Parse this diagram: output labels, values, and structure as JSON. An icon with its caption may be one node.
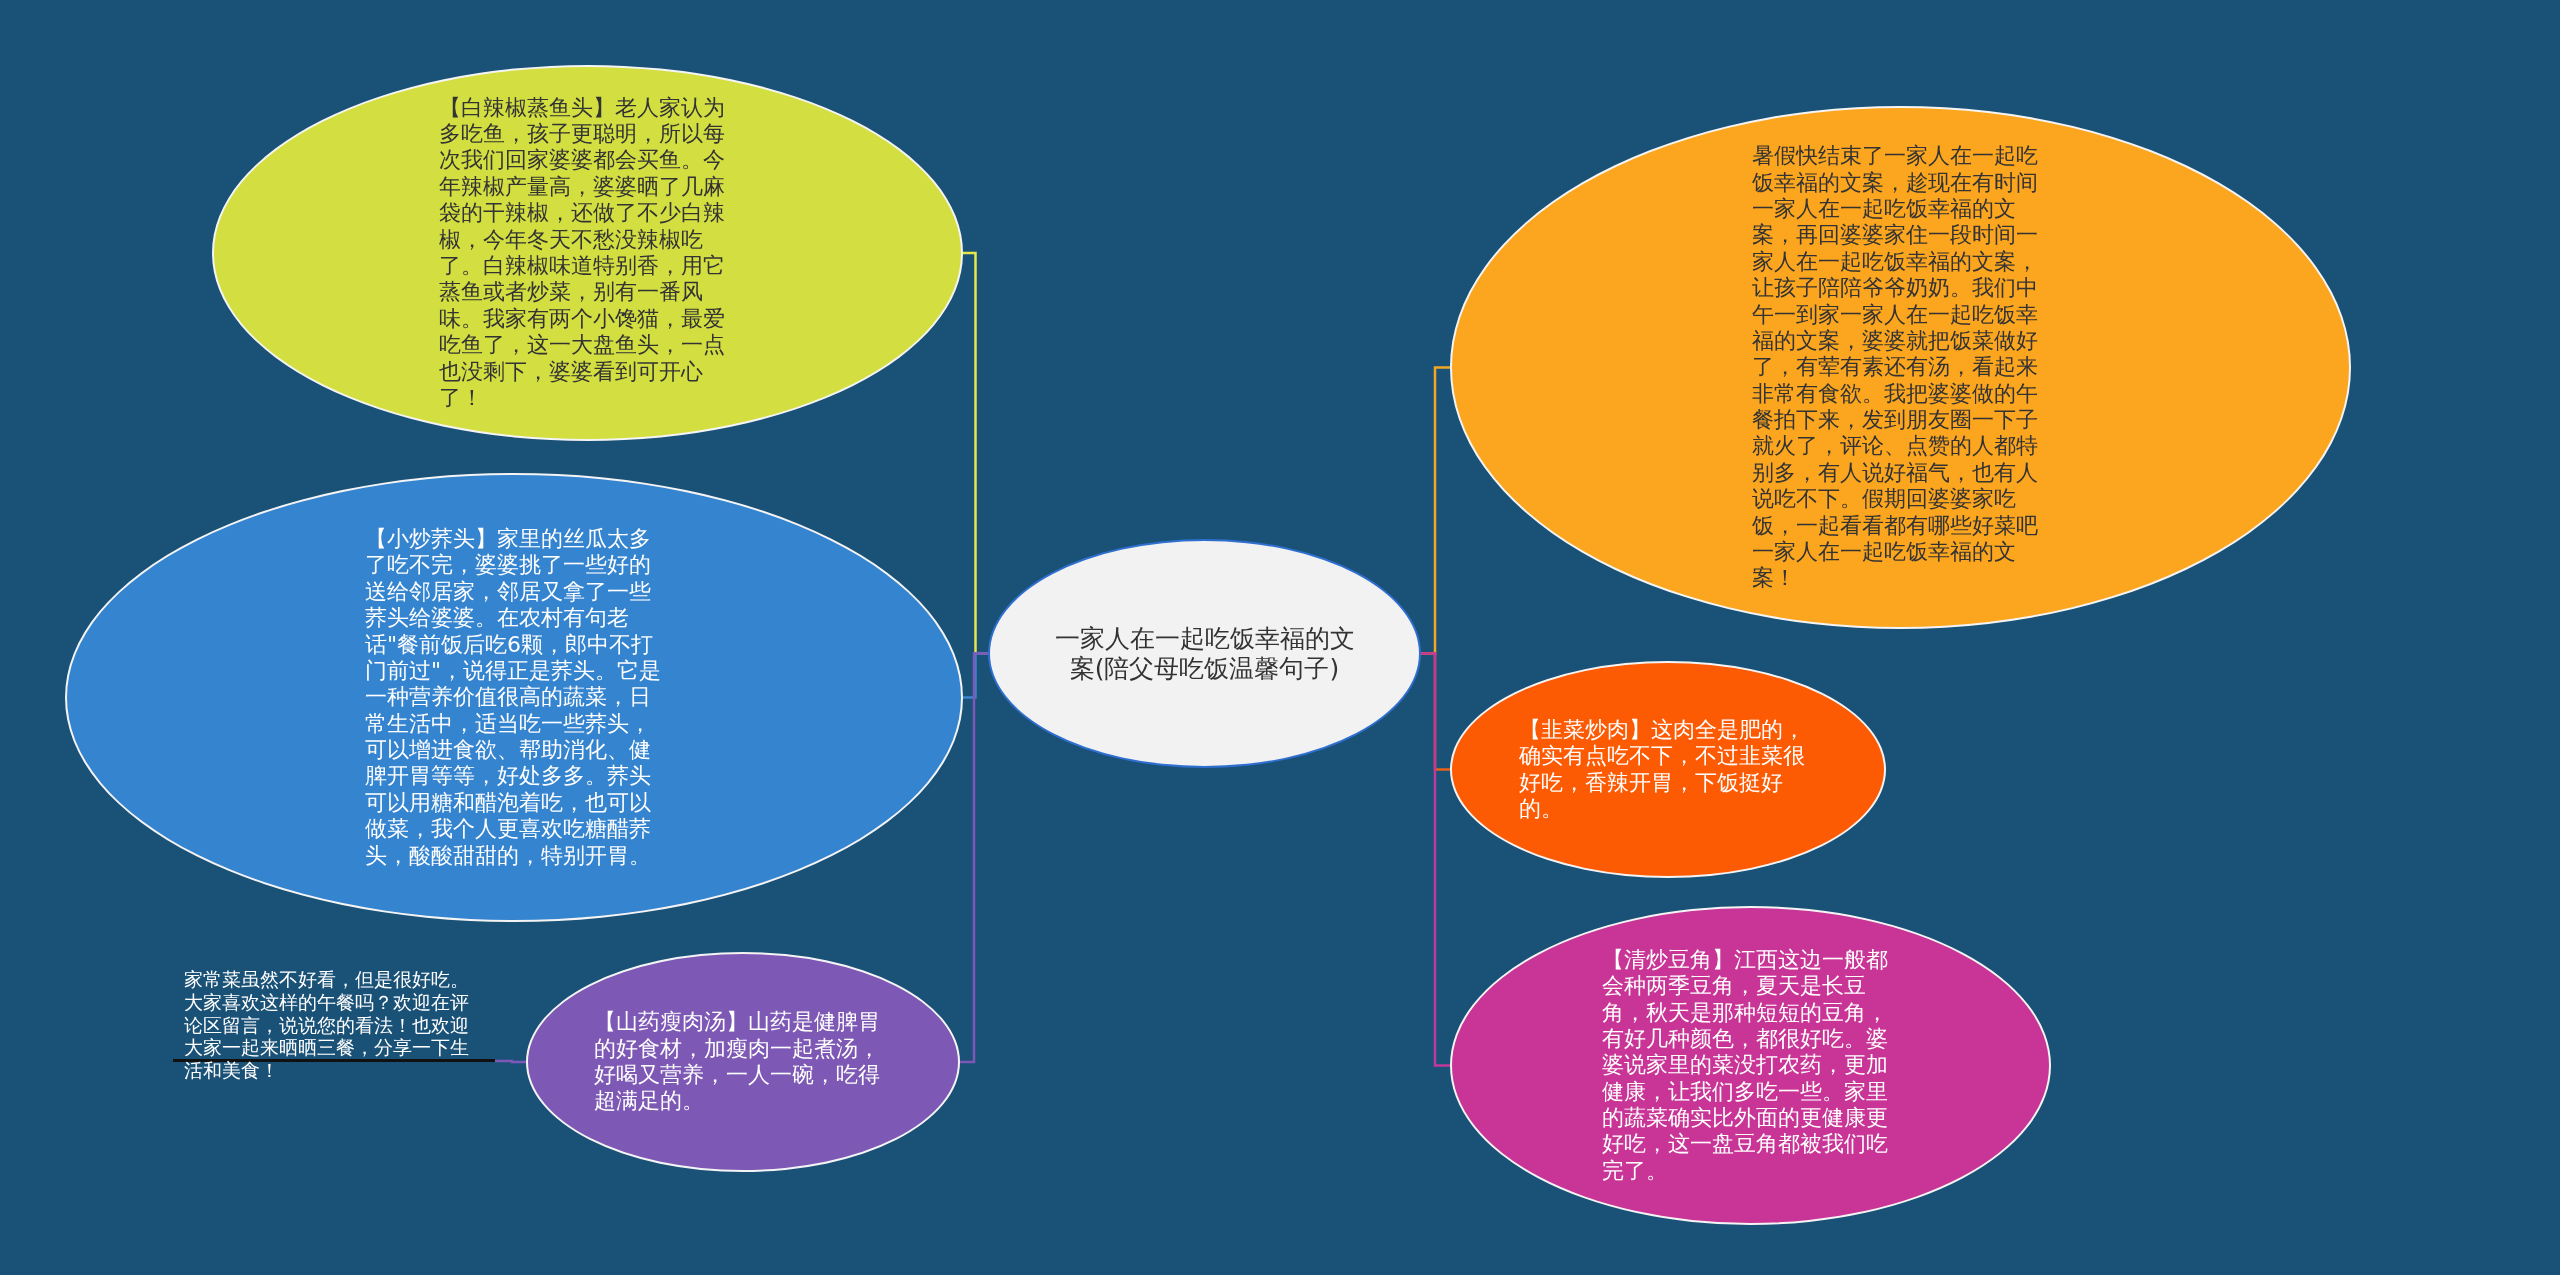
{
  "diagram": {
    "nodes": [
      {
        "text": [
          "一家人在一起吃饭幸福的文案(陪父母吃饭温馨句子)"
        ]
      },
      {
        "text": [
          "【白辣椒蒸鱼头】老人家认为多吃鱼，孩子更聪明，所以每次我们回家婆婆都会买鱼。今年辣椒产量高，婆婆晒了几麻袋的干辣椒，还做了不少白辣椒，今年冬天不愁没辣椒吃了。白辣椒味道特别香，用它蒸鱼或者炒菜，别有一番风味。我家有两个小馋猫，最爱吃鱼了，这一大盘鱼头，一点也没剩下，婆婆看到可开心了！"
        ]
      },
      {
        "text": [
          "【小炒荞头】家里的丝瓜太多了吃不完，婆婆挑了一些好的送给邻居家，邻居又拿了一些荞头给婆婆。在农村有句老话\"餐前饭后吃6颗，郎中不打门前过\"，说得正是荞头。它是一种营养价值很高的蔬菜，日常生活中，适当吃一些荞头，可以增进食欲、帮助消化、健脾开胃等等，好处多多。荞头可以用糖和醋泡着吃，也可以做菜，我个人更喜欢吃糖醋荞头，酸酸甜甜的，特别开胃。"
        ]
      },
      {
        "text": [
          "【山药瘦肉汤】山药是健脾胃的好食材，加瘦肉一起煮汤，好喝又营养，一人一碗，吃得超满足的。"
        ]
      },
      {
        "text": [
          "家常菜虽然不好看，但是很好吃。大家喜欢这样的午餐吗？欢迎在评论区留言，说说您的看法！也欢迎大家一起来晒晒三餐，分享一下生活和美食！"
        ]
      },
      {
        "text": [
          "暑假快结束了一家人在一起吃饭幸福的文案，趁现在有时间一家人在一起吃饭幸福的文案，再回婆婆家住一段时间一家人在一起吃饭幸福的文案，让孩子陪陪爷爷奶奶。我们中午一到家一家人在一起吃饭幸福的文案，婆婆就把饭菜做好了，有荤有素还有汤，看起来非常有食欲。我把婆婆做的午餐拍下来，发到朋友圈一下子就火了，评论、点赞的人都特别多，有人说好福气，也有人说吃不下。假期回婆婆家吃饭，一起看看都有哪些好菜吧一家人在一起吃饭幸福的文案！"
        ]
      },
      {
        "text": [
          "【韭菜炒肉】这肉全是肥的，确实有点吃不下，不过韭菜很好吃，香辣开胃，下饭挺好的。"
        ]
      },
      {
        "text": [
          "【清炒豆角】江西这边一般都会种两季豆角，夏天是长豆角，秋天是那种短短的豆角，有好几种颜色，都很好吃。婆婆说家里的菜没打农药，更加健康，让我们多吃一些。家里的蔬菜确实比外面的更健康更好吃，这一盘豆角都被我们吃完了。"
        ]
      }
    ],
    "edges": [
      {
        "from": 0,
        "to": 1,
        "arrow": "none",
        "color": "#e6e84a"
      },
      {
        "from": 0,
        "to": 2,
        "arrow": "none",
        "color": "#3a86d0"
      },
      {
        "from": 0,
        "to": 3,
        "arrow": "none",
        "color": "#7f57b8"
      },
      {
        "from": 3,
        "to": 4,
        "arrow": "none",
        "color": "#7f57b8"
      },
      {
        "from": 0,
        "to": 5,
        "arrow": "none",
        "color": "#f5a623"
      },
      {
        "from": 0,
        "to": 6,
        "arrow": "none",
        "color": "#e8621a"
      },
      {
        "from": 0,
        "to": 7,
        "arrow": "none",
        "color": "#c2399a"
      }
    ]
  }
}
